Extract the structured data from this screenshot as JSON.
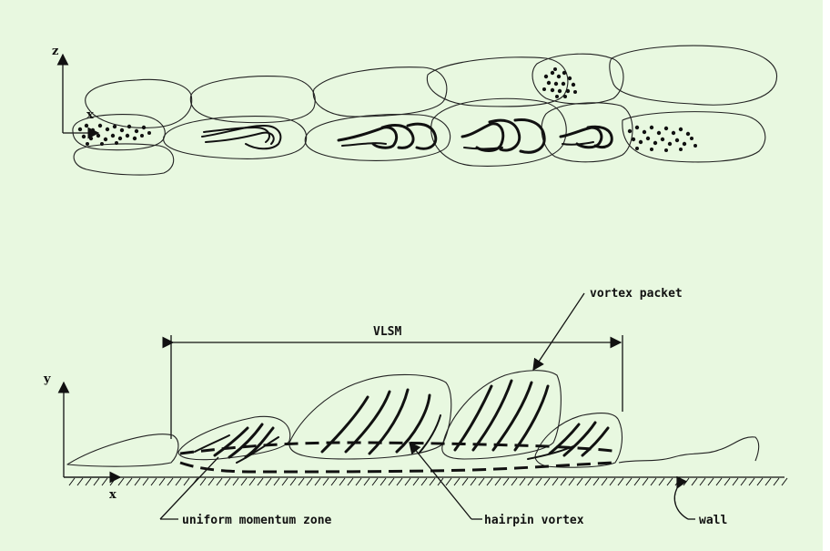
{
  "top_view": {
    "axis_vertical_label": "z",
    "axis_horizontal_label": "x"
  },
  "side_view": {
    "axis_vertical_label": "y",
    "axis_horizontal_label": "x",
    "span_label": "VLSM",
    "annotations": {
      "vortex_packet": "vortex packet",
      "uniform_momentum_zone": "uniform momentum zone",
      "hairpin_vortex": "hairpin vortex",
      "wall": "wall"
    }
  },
  "colors": {
    "background": "#e8f8e0",
    "ink": "#111111"
  }
}
